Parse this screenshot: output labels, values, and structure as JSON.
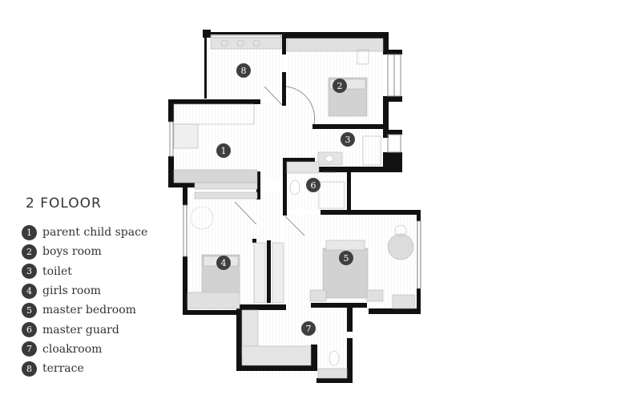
{
  "title": "2 FOLOOR",
  "legend": [
    {
      "num": "1",
      "label": "parent child space"
    },
    {
      "num": "2",
      "label": "boys room"
    },
    {
      "num": "3",
      "label": "toilet"
    },
    {
      "num": "4",
      "label": "girls room"
    },
    {
      "num": "5",
      "label": "master bedroom"
    },
    {
      "num": "6",
      "label": "master guard"
    },
    {
      "num": "7",
      "label": "cloakroom"
    },
    {
      "num": "8",
      "label": "terrace"
    }
  ],
  "colors": {
    "wall": "#111111",
    "marker": "#3f3f3f",
    "furniture": "#cfcfcf",
    "floor_lines": "#e4e4e4"
  }
}
